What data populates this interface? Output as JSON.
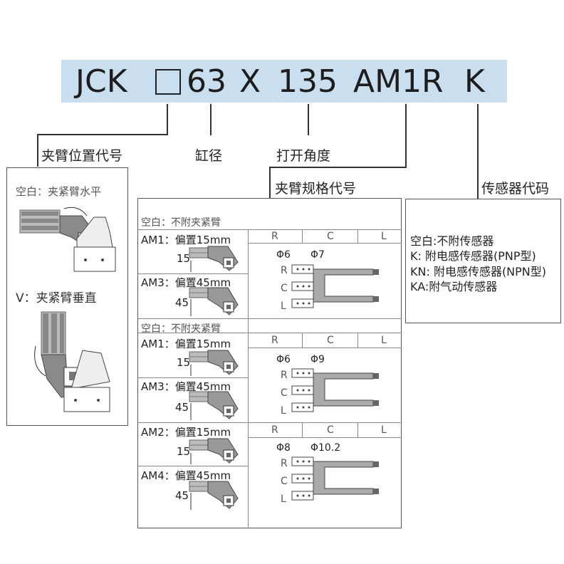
{
  "model_code": {
    "prefix": "JCK",
    "bore": "63",
    "sep": "X",
    "angle": "135",
    "arm": "AM1R",
    "sensor": "K"
  },
  "labels": {
    "arm_position_code": "夹臂位置代号",
    "bore": "缸径",
    "opening_angle": "打开角度",
    "arm_spec_code": "夹臂规格代号",
    "sensor_code": "传感器代码"
  },
  "position_panel": {
    "blank": "空白：夹紧臂水平",
    "v": "V：夹紧臂垂直"
  },
  "spec_panel": {
    "groups": [
      {
        "header": "空白：不附夹紧臂",
        "rows": [
          {
            "code": "AM1",
            "desc": "：偏置15mm",
            "offset": "15"
          },
          {
            "code": "AM3",
            "desc": "：偏置45mm",
            "offset": "45"
          }
        ],
        "cols": [
          "R",
          "C",
          "L"
        ],
        "dia1": "Φ6",
        "dia2": "Φ7",
        "pos": [
          "R",
          "C",
          "L"
        ]
      },
      {
        "header": "空白：不附夹紧臂",
        "rows": [
          {
            "code": "AM1",
            "desc": "：偏置15mm",
            "offset": "15"
          },
          {
            "code": "AM3",
            "desc": "：偏置45mm",
            "offset": "45"
          }
        ],
        "cols": [
          "R",
          "C",
          "L"
        ],
        "dia1": "Φ6",
        "dia2": "Φ9",
        "pos": [
          "R",
          "C",
          "L"
        ]
      },
      {
        "header": "",
        "rows": [
          {
            "code": "AM2",
            "desc": "：偏置15mm",
            "offset": "15"
          },
          {
            "code": "AM4",
            "desc": "：偏置45mm",
            "offset": "45"
          }
        ],
        "cols": [
          "R",
          "C",
          "L"
        ],
        "dia1": "Φ8",
        "dia2": "Φ10.2",
        "pos": [
          "R",
          "C",
          "L"
        ]
      }
    ]
  },
  "sensor_panel": {
    "lines": [
      "空白:不附传感器",
      "K: 附电感传感器(PNP型)",
      "KN: 附电感传感器(NPN型)",
      "KA:附气动传感器"
    ]
  },
  "colors": {
    "banner": "#c9dff0",
    "line": "#333333",
    "metal": "#777777"
  }
}
